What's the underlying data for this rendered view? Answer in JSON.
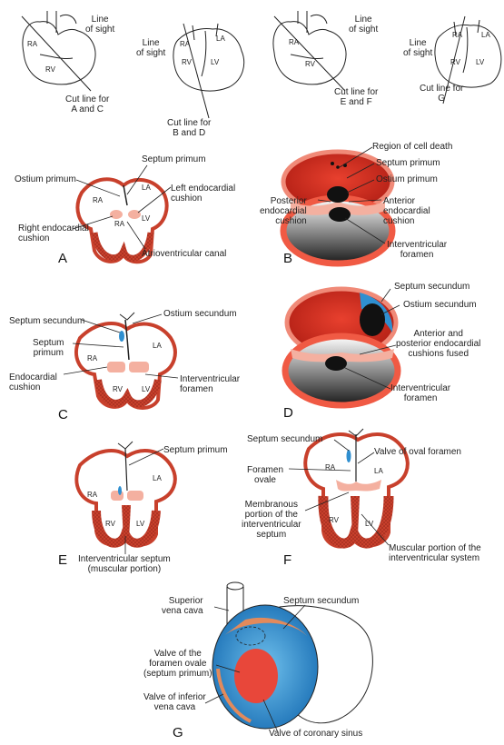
{
  "top_row": {
    "a_c": {
      "line_of_sight": "Line\nof sight",
      "cut_line": "Cut line for\nA and C",
      "ra": "RA",
      "rv": "RV"
    },
    "b_d": {
      "line_of_sight": "Line\nof sight",
      "cut_line": "Cut line for\nB and D",
      "ra": "RA",
      "la": "LA",
      "rv": "RV",
      "lv": "LV"
    },
    "e_f": {
      "line_of_sight": "Line\nof sight",
      "cut_line": "Cut line for\nE and F",
      "ra": "RA",
      "rv": "RV"
    },
    "g": {
      "line_of_sight": "Line\nof sight",
      "cut_line": "Cut line for\nG",
      "ra": "RA",
      "la": "LA",
      "rv": "RV",
      "lv": "LV"
    }
  },
  "panel_a": {
    "letter": "A",
    "septum_primum": "Septum primum",
    "ostium_primum": "Ostium primum",
    "left_cushion": "Left endocardial\ncushion",
    "right_cushion": "Right endocardial\ncushion",
    "av_canal": "Atrioventricular canal",
    "ra": "RA",
    "la": "LA",
    "ra2": "RA",
    "lv": "LV"
  },
  "panel_b": {
    "letter": "B",
    "cell_death": "Region of cell death",
    "septum_primum": "Septum primum",
    "ostium_primum": "Ostium primum",
    "posterior_cushion": "Posterior\nendocardial\ncushion",
    "anterior_cushion": "Anterior\nendocardial\ncushion",
    "iv_foramen": "Interventricular\nforamen"
  },
  "panel_c": {
    "letter": "C",
    "septum_secundum": "Septum secundum",
    "ostium_secundum": "Ostium secundum",
    "septum_primum": "Septum\nprimum",
    "endocardial_cushion": "Endocardial\ncushion",
    "iv_foramen": "Interventricular\nforamen",
    "ra": "RA",
    "la": "LA",
    "rv": "RV",
    "lv": "LV"
  },
  "panel_d": {
    "letter": "D",
    "septum_secundum": "Septum secundum",
    "ostium_secundum": "Ostium secundum",
    "fused": "Anterior and\nposterior endocardial\ncushions fused",
    "iv_foramen": "Interventricular\nforamen"
  },
  "panel_e": {
    "letter": "E",
    "septum_primum": "Septum primum",
    "iv_septum": "Interventricular septum\n(muscular portion)",
    "ra": "RA",
    "la": "LA",
    "rv": "RV",
    "lv": "LV"
  },
  "panel_f": {
    "letter": "F",
    "septum_secundum": "Septum secundum",
    "valve_oval": "Valve of oval foramen",
    "foramen_ovale": "Foramen\novale",
    "membranous": "Membranous\nportion of the\ninterventricular\nseptum",
    "muscular": "Muscular portion of the\ninterventricular system",
    "ra": "RA",
    "la": "LA",
    "rv": "RV",
    "lv": "LV"
  },
  "panel_g": {
    "letter": "G",
    "svc": "Superior\nvena cava",
    "septum_secundum": "Septum secundum",
    "valve_foramen": "Valve of the\nforamen ovale\n(septum primum)",
    "valve_ivc": "Valve of inferior\nvena cava",
    "valve_cs": "Valve of coronary sinus"
  },
  "colors": {
    "wall": "#c8402c",
    "wall_stipple": "#8f2418",
    "cushion": "#f4b0a0",
    "blood": "#d5291f",
    "septum_blue": "#2f8fd0",
    "outline": "#222222"
  }
}
